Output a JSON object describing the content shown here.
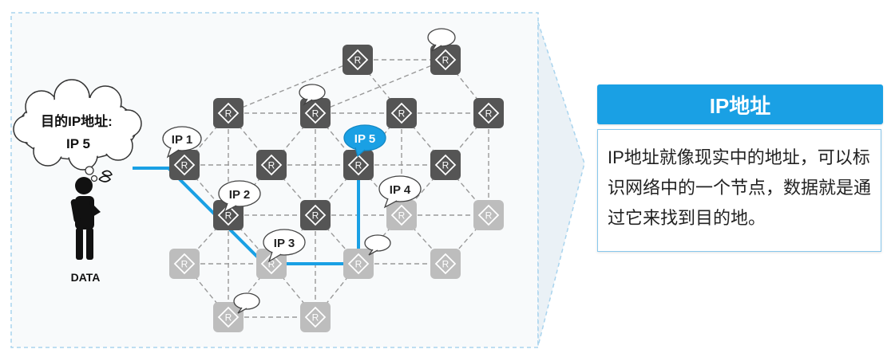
{
  "person": {
    "thought_line1": "目的IP地址:",
    "thought_line2": "IP 5",
    "label": "DATA"
  },
  "router_glyph": "R",
  "hop_labels": {
    "ip1": "IP 1",
    "ip2": "IP 2",
    "ip3": "IP 3",
    "ip4": "IP 4",
    "ip5": "IP 5"
  },
  "info_panel": {
    "title": "IP地址",
    "body": "IP地址就像现实中的地址，可以标识网络中的一个节点，数据就是通过它来找到目的地。"
  },
  "colors": {
    "route": "#1aa0e4",
    "router_dark": "#555555",
    "router_light": "#bdbdbd",
    "accent": "#1aa0e4"
  }
}
